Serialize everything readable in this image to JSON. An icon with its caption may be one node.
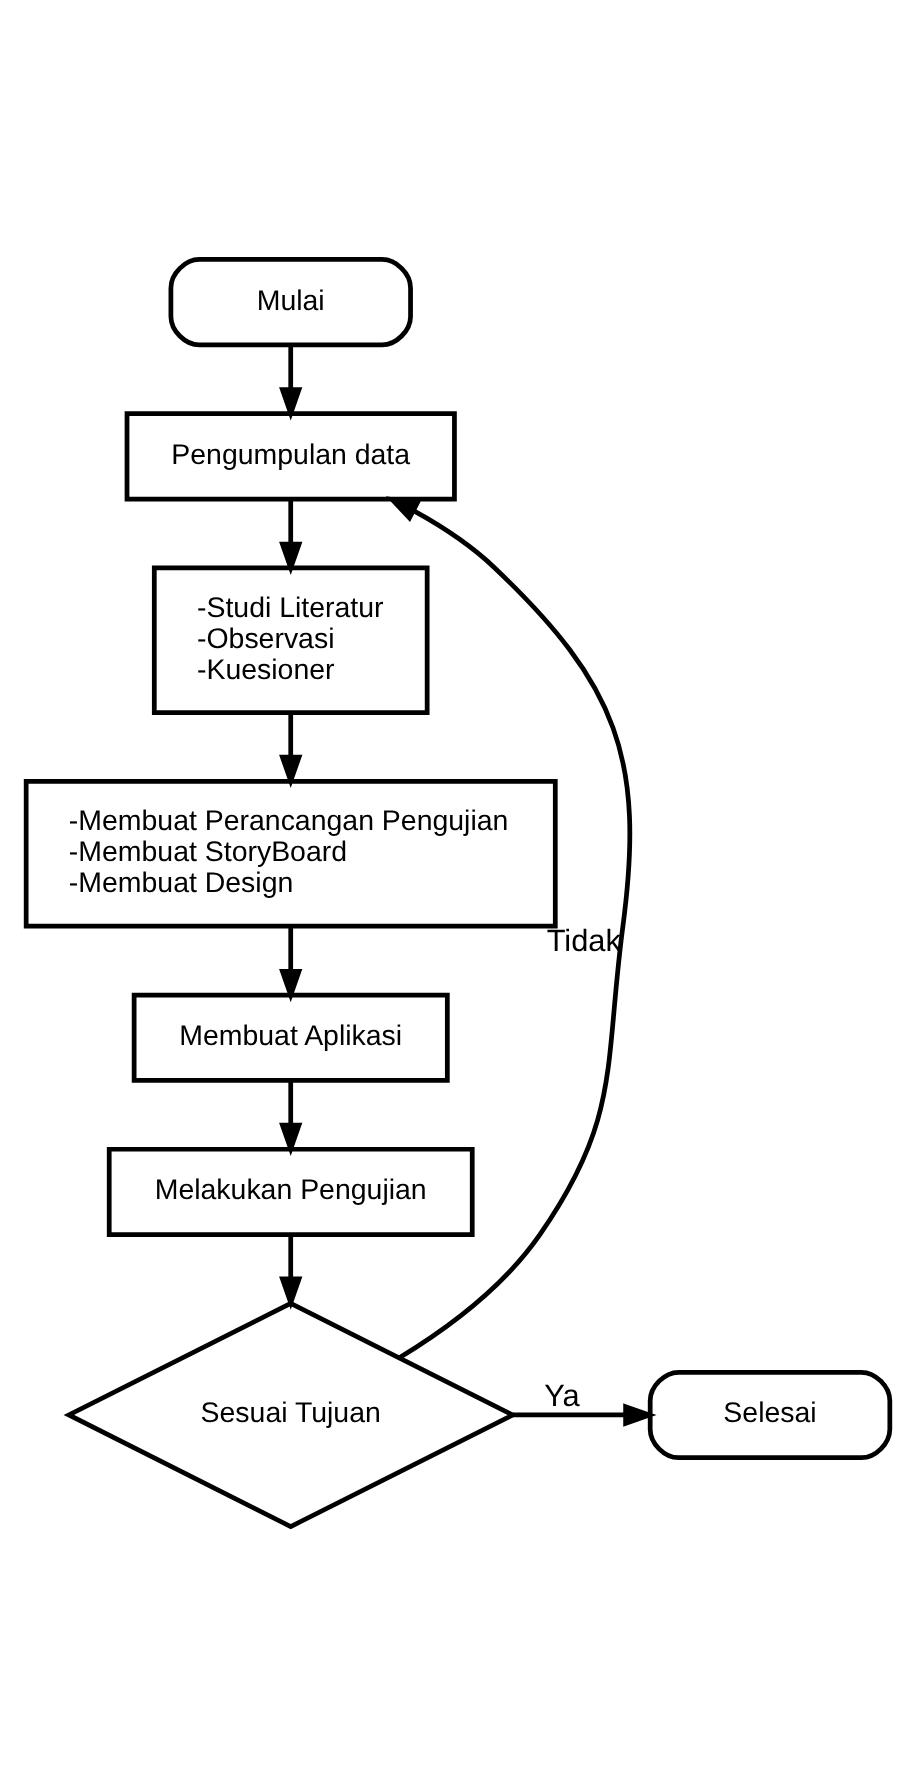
{
  "diagram": {
    "nodes": [
      {
        "text": [
          "Mulai"
        ]
      },
      {
        "text": [
          "Pengumpulan data"
        ]
      },
      {
        "text": [
          "-Studi Literatur",
          "-Observasi",
          "-Kuesioner"
        ]
      },
      {
        "text": [
          "-Membuat Perancangan Pengujian",
          "-Membuat StoryBoard",
          "-Membuat Design"
        ]
      },
      {
        "text": [
          "Membuat Aplikasi"
        ]
      },
      {
        "text": [
          "Melakukan Pengujian"
        ]
      },
      {
        "text": [
          "Sesuai Tujuan"
        ]
      },
      {
        "text": [
          "Selesai"
        ]
      }
    ],
    "edges": [
      {
        "from": 0,
        "to": 1,
        "arrow": "to"
      },
      {
        "from": 1,
        "to": 2,
        "arrow": "to"
      },
      {
        "from": 2,
        "to": 3,
        "arrow": "to"
      },
      {
        "from": 3,
        "to": 4,
        "arrow": "to"
      },
      {
        "from": 4,
        "to": 5,
        "arrow": "to"
      },
      {
        "from": 5,
        "to": 6,
        "arrow": "to"
      },
      {
        "from": 6,
        "to": 1,
        "arrow": "to",
        "label": "Tidak"
      },
      {
        "from": 6,
        "to": 7,
        "arrow": "to",
        "label": "Ya"
      }
    ]
  }
}
